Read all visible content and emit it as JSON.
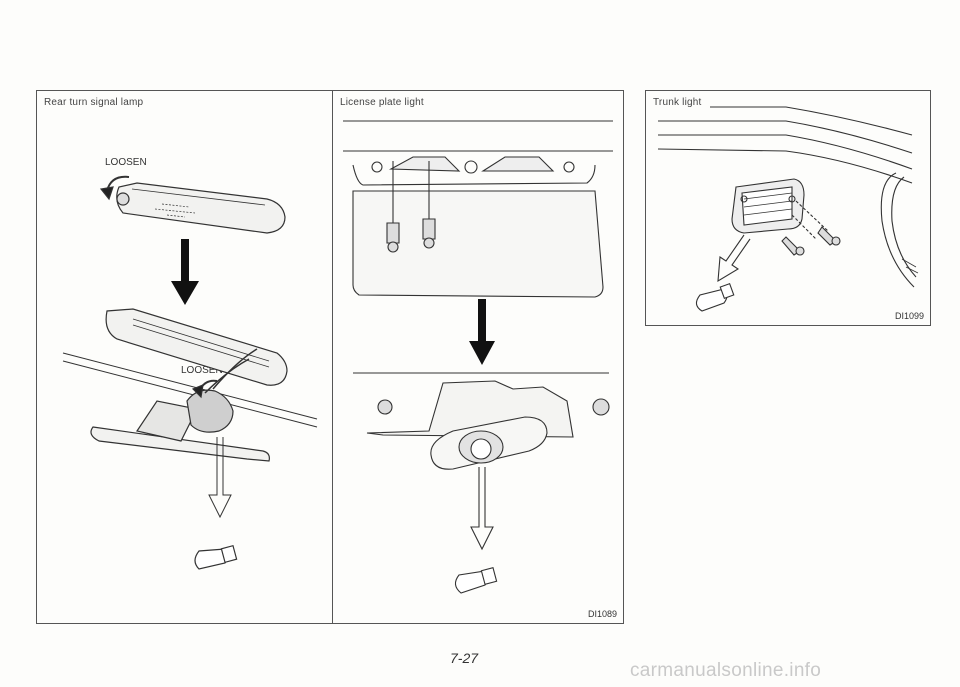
{
  "panels": {
    "rear_turn_signal": {
      "title": "Rear turn signal lamp",
      "loosen_top": "LOOSEN",
      "loosen_bottom": "LOOSEN"
    },
    "license_plate": {
      "title": "License plate light",
      "figure_code": "DI1089"
    },
    "trunk": {
      "title": "Trunk light",
      "figure_code": "DI1099"
    }
  },
  "page_number": "7-27",
  "watermark": "carmanualsonline.info"
}
